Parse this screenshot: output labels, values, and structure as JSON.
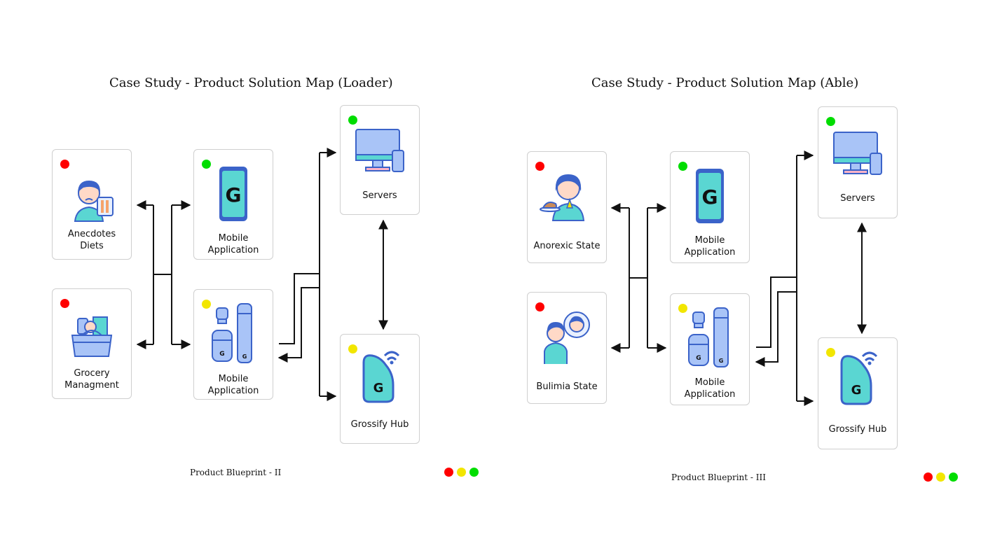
{
  "panels": [
    {
      "title": "Case Study -  Product Solution Map (Loader)",
      "footer": "Product Blueprint - II",
      "cards": {
        "user1": {
          "label": "Anecdotes Diets",
          "status": "red"
        },
        "user2": {
          "label": "Grocery Managment",
          "status": "red"
        },
        "app1": {
          "label": "Mobile Application",
          "status": "green"
        },
        "app2": {
          "label": "Mobile Application",
          "status": "yellow"
        },
        "servers": {
          "label": "Servers",
          "status": "green"
        },
        "hub": {
          "label": "Grossify Hub",
          "status": "yellow"
        }
      }
    },
    {
      "title": "Case Study -  Product Solution Map (Able)",
      "footer": "Product Blueprint - III",
      "cards": {
        "user1": {
          "label": "Anorexic State",
          "status": "red"
        },
        "user2": {
          "label": "Bulimia State",
          "status": "red"
        },
        "app1": {
          "label": "Mobile Application",
          "status": "green"
        },
        "app2": {
          "label": "Mobile Application",
          "status": "yellow"
        },
        "servers": {
          "label": "Servers",
          "status": "green"
        },
        "hub": {
          "label": "Grossify Hub",
          "status": "yellow"
        }
      }
    }
  ],
  "legend": [
    "red",
    "yellow",
    "green"
  ],
  "colors": {
    "red": "#ff0000",
    "yellow": "#f2e600",
    "green": "#00dd00",
    "icon_blue": "#3b63c9",
    "icon_fill": "#a9c4f7",
    "icon_teal": "#5ad6d2"
  },
  "icons": {
    "user1_left": "woman-sad-diet-icon",
    "user2_left": "grocery-basket-icon",
    "user1_right": "woman-eating-icon",
    "user2_right": "women-chat-icon",
    "app1": "smartphone-g-icon",
    "app2": "food-containers-icon",
    "servers": "desktop-and-phone-icon",
    "hub": "grossify-hub-device-icon"
  }
}
